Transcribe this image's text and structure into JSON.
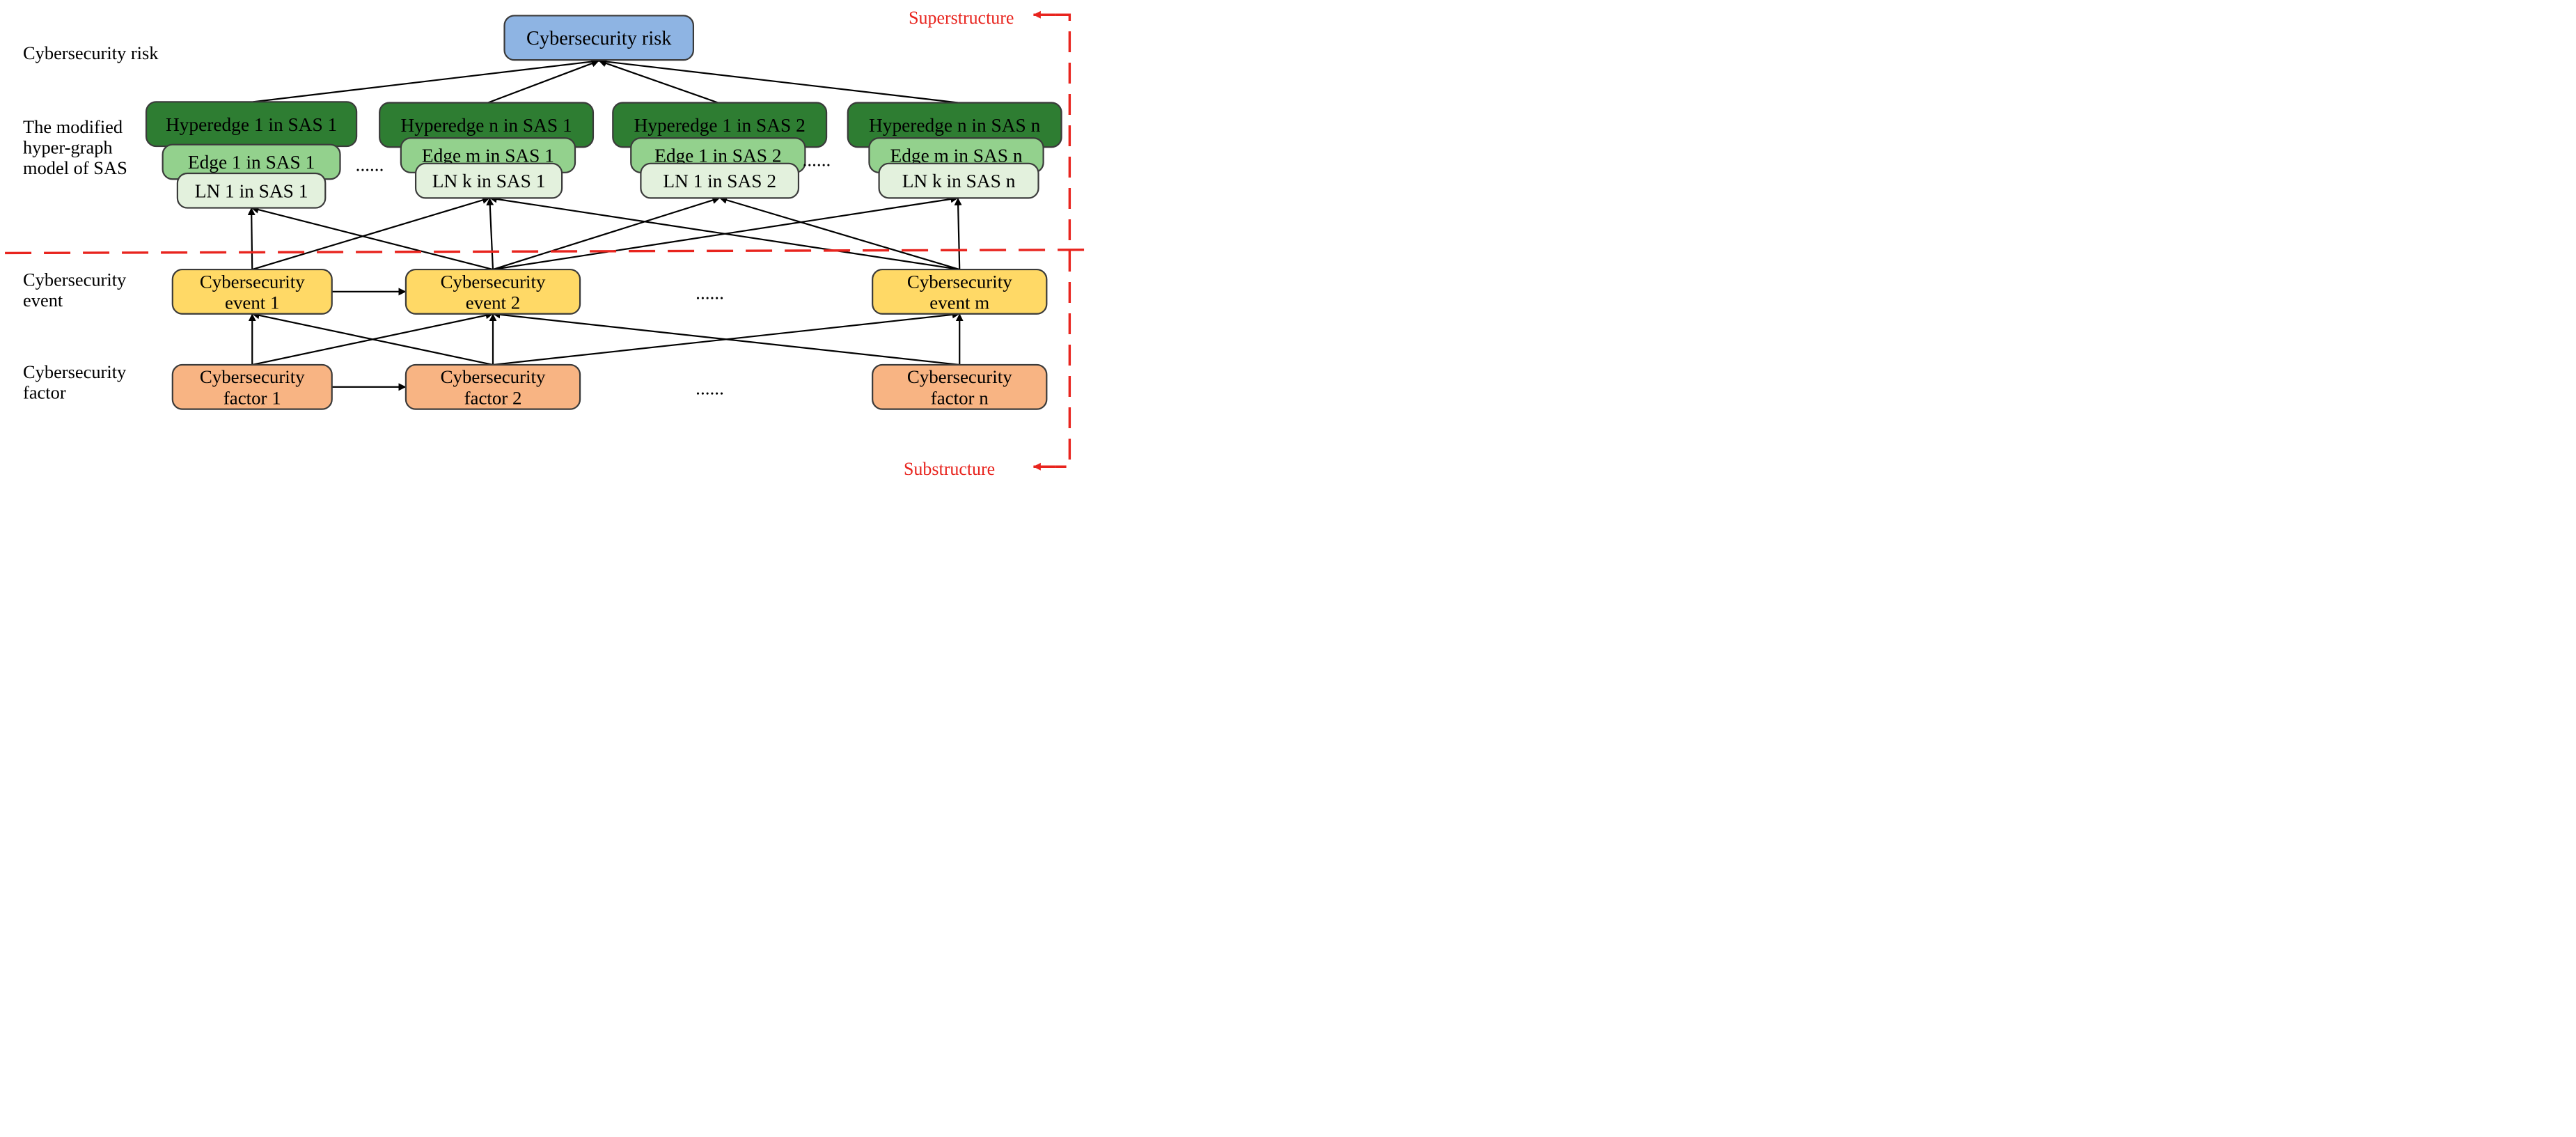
{
  "row_labels": {
    "risk": [
      "Cybersecurity risk"
    ],
    "model": [
      "The modified",
      "hyper-graph",
      "model of SAS"
    ],
    "event": [
      "Cybersecurity",
      "event"
    ],
    "factor": [
      "Cybersecurity",
      "factor"
    ]
  },
  "risk_node": {
    "label": "Cybersecurity risk"
  },
  "sas_groups": [
    {
      "hyperedge": "Hyperedge 1 in SAS 1",
      "edge": "Edge 1 in SAS 1",
      "ln": "LN 1 in SAS 1"
    },
    {
      "hyperedge": "Hyperedge n in SAS 1",
      "edge": "Edge m in SAS 1",
      "ln": "LN k in SAS 1"
    },
    {
      "hyperedge": "Hyperedge 1 in SAS 2",
      "edge": "Edge 1 in SAS 2",
      "ln": "LN 1 in SAS 2"
    },
    {
      "hyperedge": "Hyperedge n in SAS n",
      "edge": "Edge m in SAS n",
      "ln": "LN k in SAS n"
    }
  ],
  "events": [
    [
      "Cybersecurity",
      "event 1"
    ],
    [
      "Cybersecurity",
      "event 2"
    ],
    [
      "Cybersecurity",
      "event m"
    ]
  ],
  "factors": [
    [
      "Cybersecurity",
      "factor 1"
    ],
    [
      "Cybersecurity",
      "factor 2"
    ],
    [
      "Cybersecurity",
      "factor n"
    ]
  ],
  "ellipses": [
    "......",
    "......",
    "......",
    "......"
  ],
  "side_labels": {
    "super": "Superstructure",
    "sub": "Substructure"
  },
  "colors": {
    "risk_fill": "#8EB4E3",
    "hyperedge_fill": "#2E7D32",
    "edge_fill": "#93D18D",
    "ln_fill": "#E3F1DD",
    "event_fill": "#FFD966",
    "factor_fill": "#F8B483",
    "separator": "#E8241E",
    "side_label": "#E8241E",
    "line": "#000000"
  }
}
